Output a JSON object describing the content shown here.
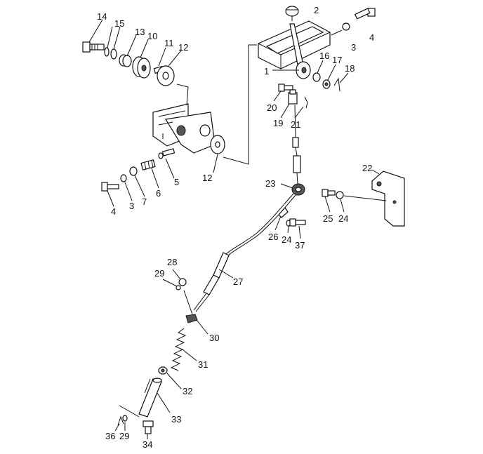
{
  "diagram": {
    "callouts": [
      "14",
      "15",
      "13",
      "10",
      "11",
      "12",
      "2",
      "3",
      "4",
      "1",
      "16",
      "17",
      "18",
      "20",
      "19",
      "21",
      "22",
      "23",
      "12",
      "5",
      "6",
      "7",
      "3",
      "4",
      "25",
      "24",
      "26",
      "24",
      "37",
      "28",
      "29",
      "27",
      "30",
      "31",
      "32",
      "33",
      "36",
      "29",
      "34"
    ]
  }
}
